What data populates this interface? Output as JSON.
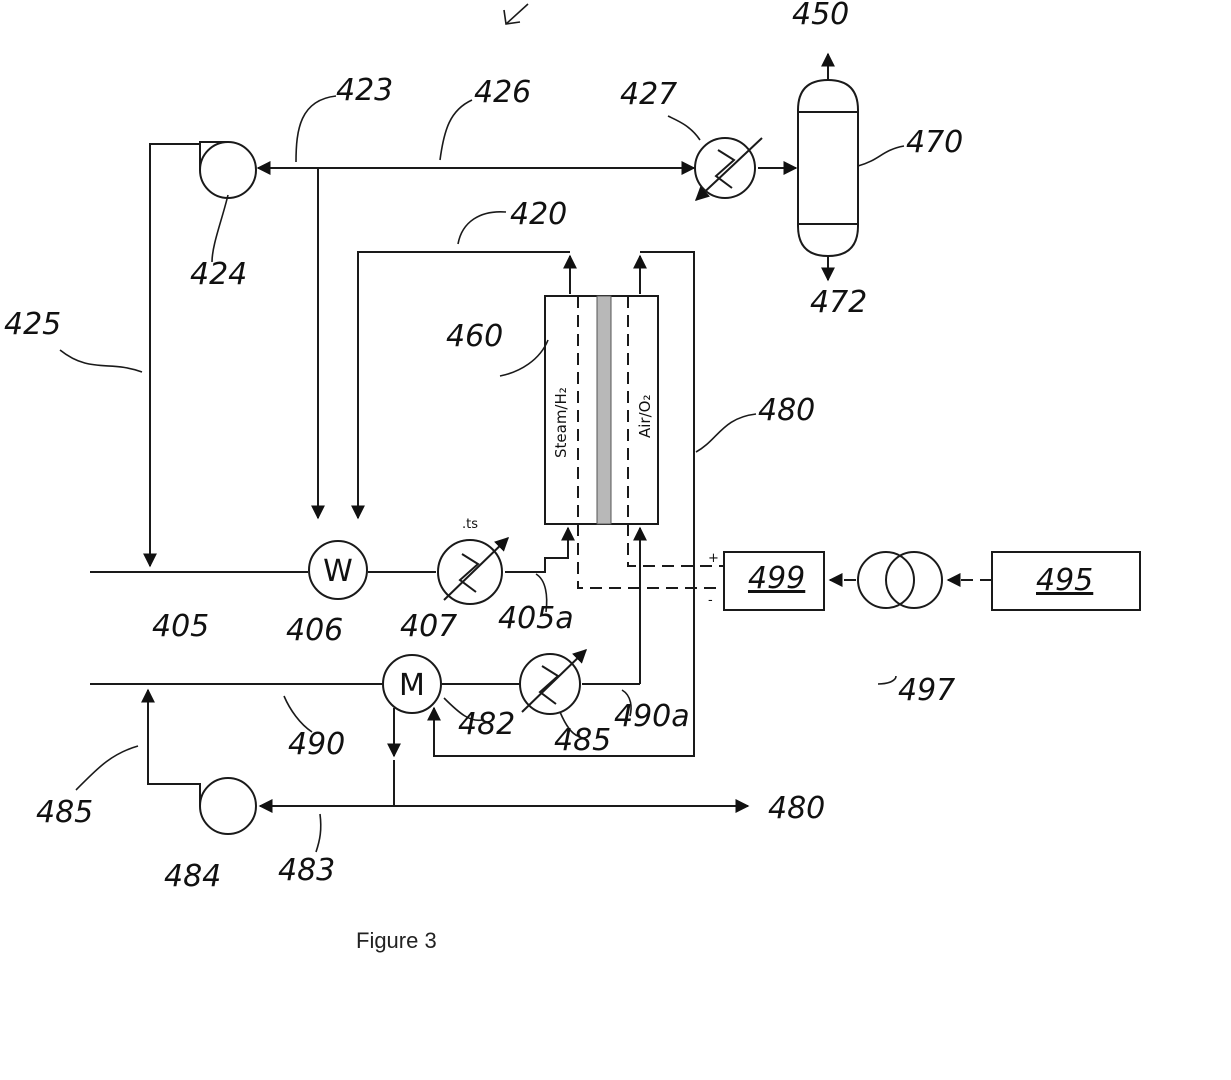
{
  "figure": {
    "caption": "Figure 3",
    "cell": {
      "anode_label": "Steam/H₂",
      "cathode_label": "Air/O₂"
    },
    "symbols": {
      "heater_406": "W",
      "heater_482": "M"
    },
    "power": {
      "plus": "+",
      "minus": "-"
    },
    "reference_numerals": {
      "r423": "423",
      "r426": "426",
      "r427": "427",
      "r450": "450",
      "r470": "470",
      "r472": "472",
      "r420": "420",
      "r424": "424",
      "r425": "425",
      "r460": "460",
      "r480_right": "480",
      "r405": "405",
      "r406": "406",
      "r407": "407",
      "r405a": "405a",
      "r499": "499",
      "r495": "495",
      "r497": "497",
      "r490": "490",
      "r482": "482",
      "r485_hx": "485",
      "r490a": "490a",
      "r485": "485",
      "r484": "484",
      "r483": "483",
      "r480_out": "480"
    }
  }
}
